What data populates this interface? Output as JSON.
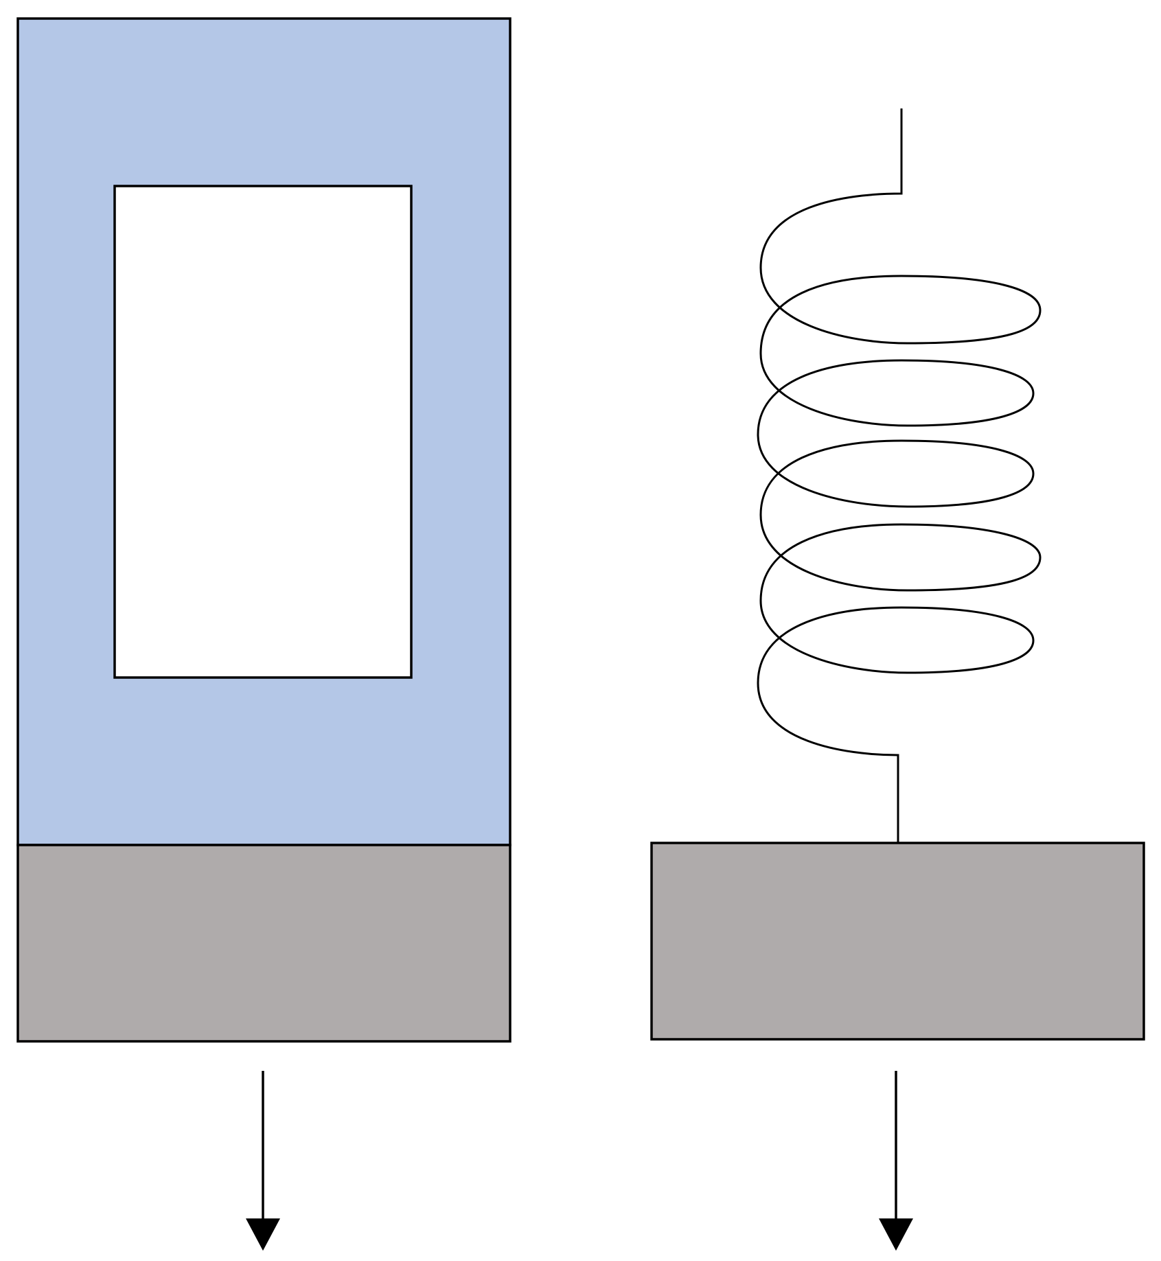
{
  "colors": {
    "background": "#ffffff",
    "frame_fill": "#b4c7e7",
    "window_fill": "#ffffff",
    "block_fill": "#afabab",
    "stroke": "#000000"
  },
  "elements": {
    "left_system": {
      "frame": "frame-body",
      "window": "inner-window",
      "block": "left-mass-block",
      "arrow": "left-down-arrow"
    },
    "right_system": {
      "spring": "coil-spring",
      "block": "right-mass-block",
      "arrow": "right-down-arrow"
    }
  }
}
